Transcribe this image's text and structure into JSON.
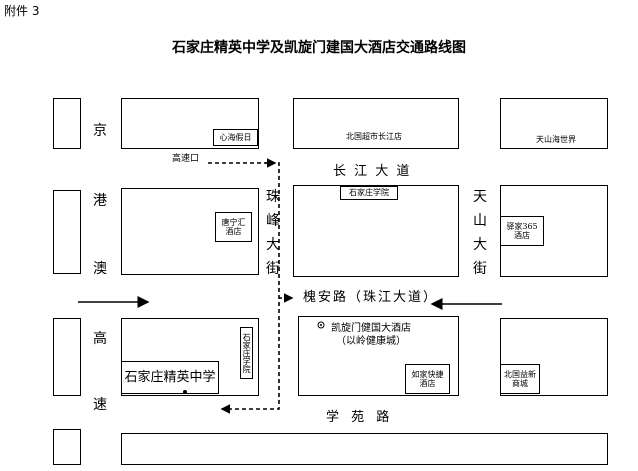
{
  "attachment_label": "附件 3",
  "map_title": "石家庄精英中学及凯旋门建国大酒店交通路线图",
  "roads": {
    "jinggangao_chars": [
      "京",
      "港",
      "澳",
      "高",
      "速"
    ],
    "zhufeng_chars": [
      "珠",
      "峰",
      "大",
      "街"
    ],
    "tianshan_chars": [
      "天",
      "山",
      "大",
      "街"
    ],
    "changjiang": "长 江 大 道",
    "huaian": "槐安路（珠江大道）",
    "xueyuan": "学  苑  路"
  },
  "labels": {
    "gaosukou": "高速口",
    "xinhai": "心海假日",
    "beiguo_changjiang": "北国超市长江店",
    "tianshan_world": "天山海世界",
    "sjz_college_top": "石家庄学院",
    "tangning": "唐宁汇酒店",
    "yijia365": "驿家365酒店",
    "sjz_college_side": "石家庄学院",
    "jingying_school": "石家庄精英中学",
    "kaixuanmen_line1": "凯旋门健国大酒店",
    "kaixuanmen_line2": "（以岭健康城）",
    "rujia": "如家快捷酒店",
    "beiguo_yixin": "北国益新商城"
  },
  "colors": {
    "line": "#000000",
    "background": "#ffffff"
  }
}
